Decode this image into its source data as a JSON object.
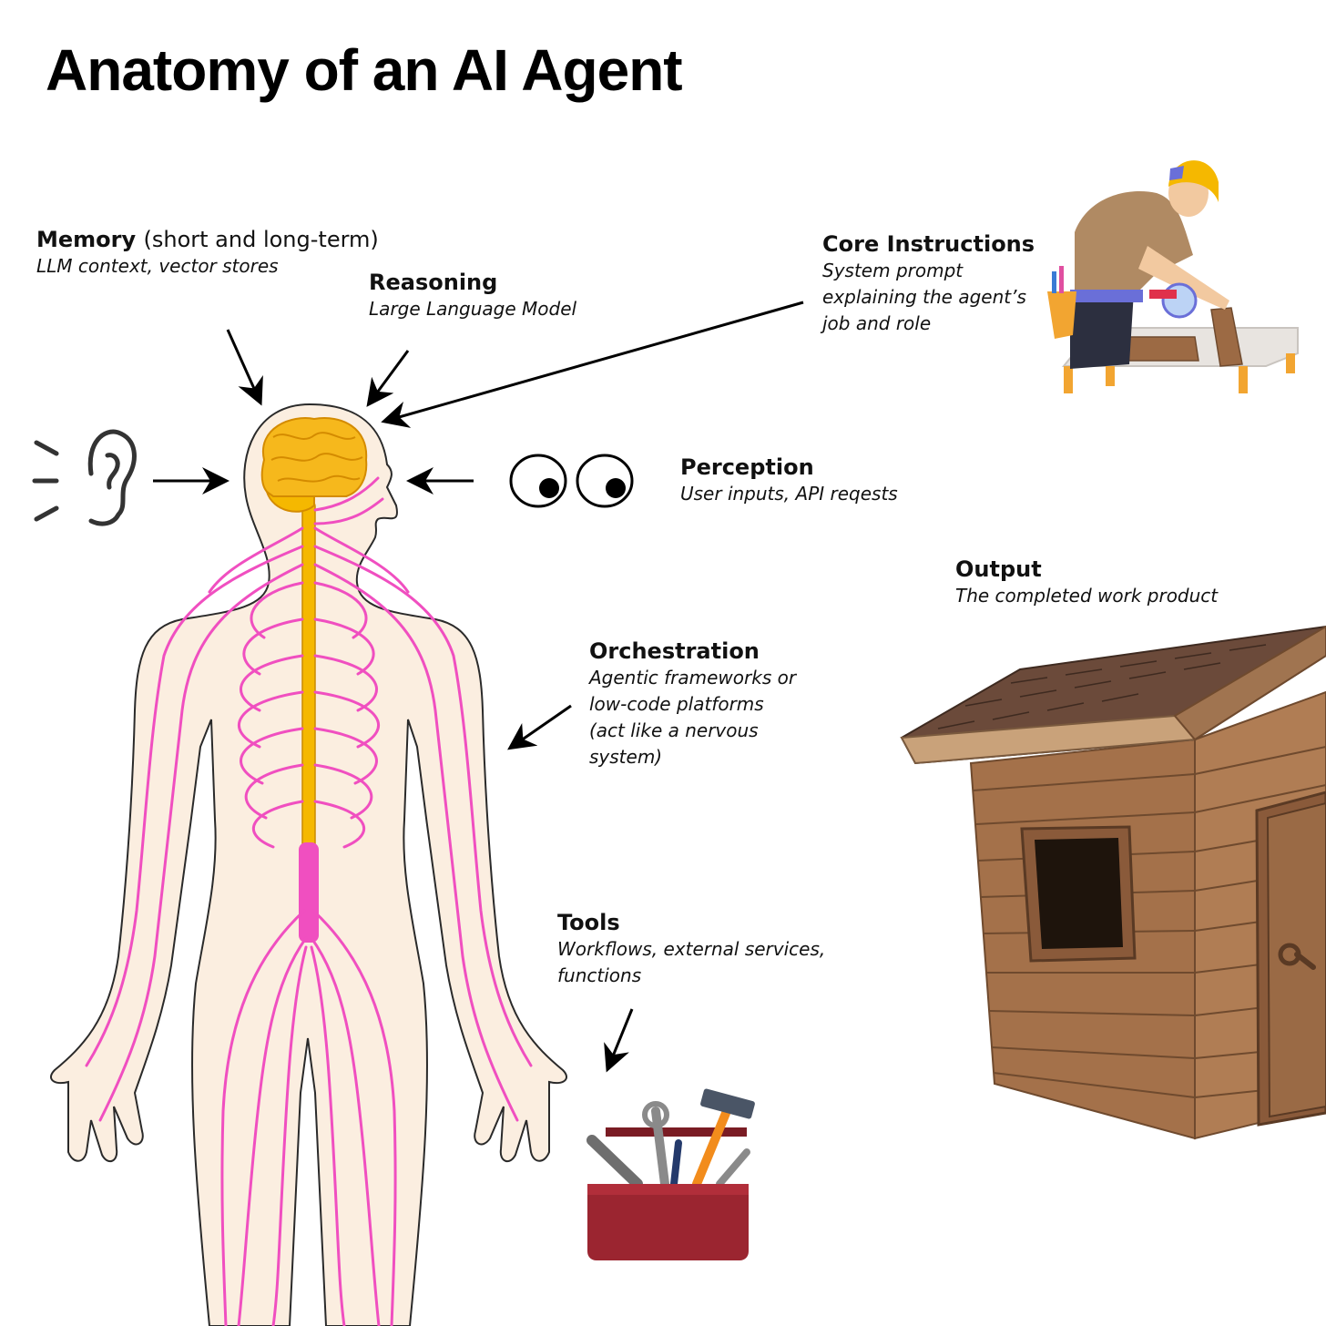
{
  "title": "Anatomy of an AI Agent",
  "components": {
    "memory": {
      "heading": "Memory",
      "heading_extra": "(short and long-term)",
      "description": "LLM context, vector stores"
    },
    "reasoning": {
      "heading": "Reasoning",
      "description": "Large Language Model"
    },
    "core_instructions": {
      "heading": "Core Instructions",
      "description_lines": [
        "System prompt",
        "explaining the agent’s",
        "job and role"
      ]
    },
    "perception": {
      "heading": "Perception",
      "description": "User inputs, API reqests"
    },
    "output": {
      "heading": "Output",
      "description": "The completed work product"
    },
    "orchestration": {
      "heading": "Orchestration",
      "description_lines": [
        "Agentic frameworks or",
        "low-code platforms",
        "(act like a nervous",
        "system)"
      ]
    },
    "tools": {
      "heading": "Tools",
      "description_lines": [
        "Workflows, external services,",
        "functions"
      ]
    }
  },
  "colors": {
    "skin": "#fbeee0",
    "nerve": "#f04fc0",
    "spine": "#f5b800",
    "brain": "#f6b81c",
    "wood": "#9c6a44",
    "roof": "#6b4a3a",
    "toolbox": "#9b2530"
  },
  "illustrations": [
    "ear-icon",
    "eyes-icon",
    "brain-icon",
    "nervous-system-body",
    "construction-worker",
    "toolbox-icon",
    "wooden-shed"
  ]
}
